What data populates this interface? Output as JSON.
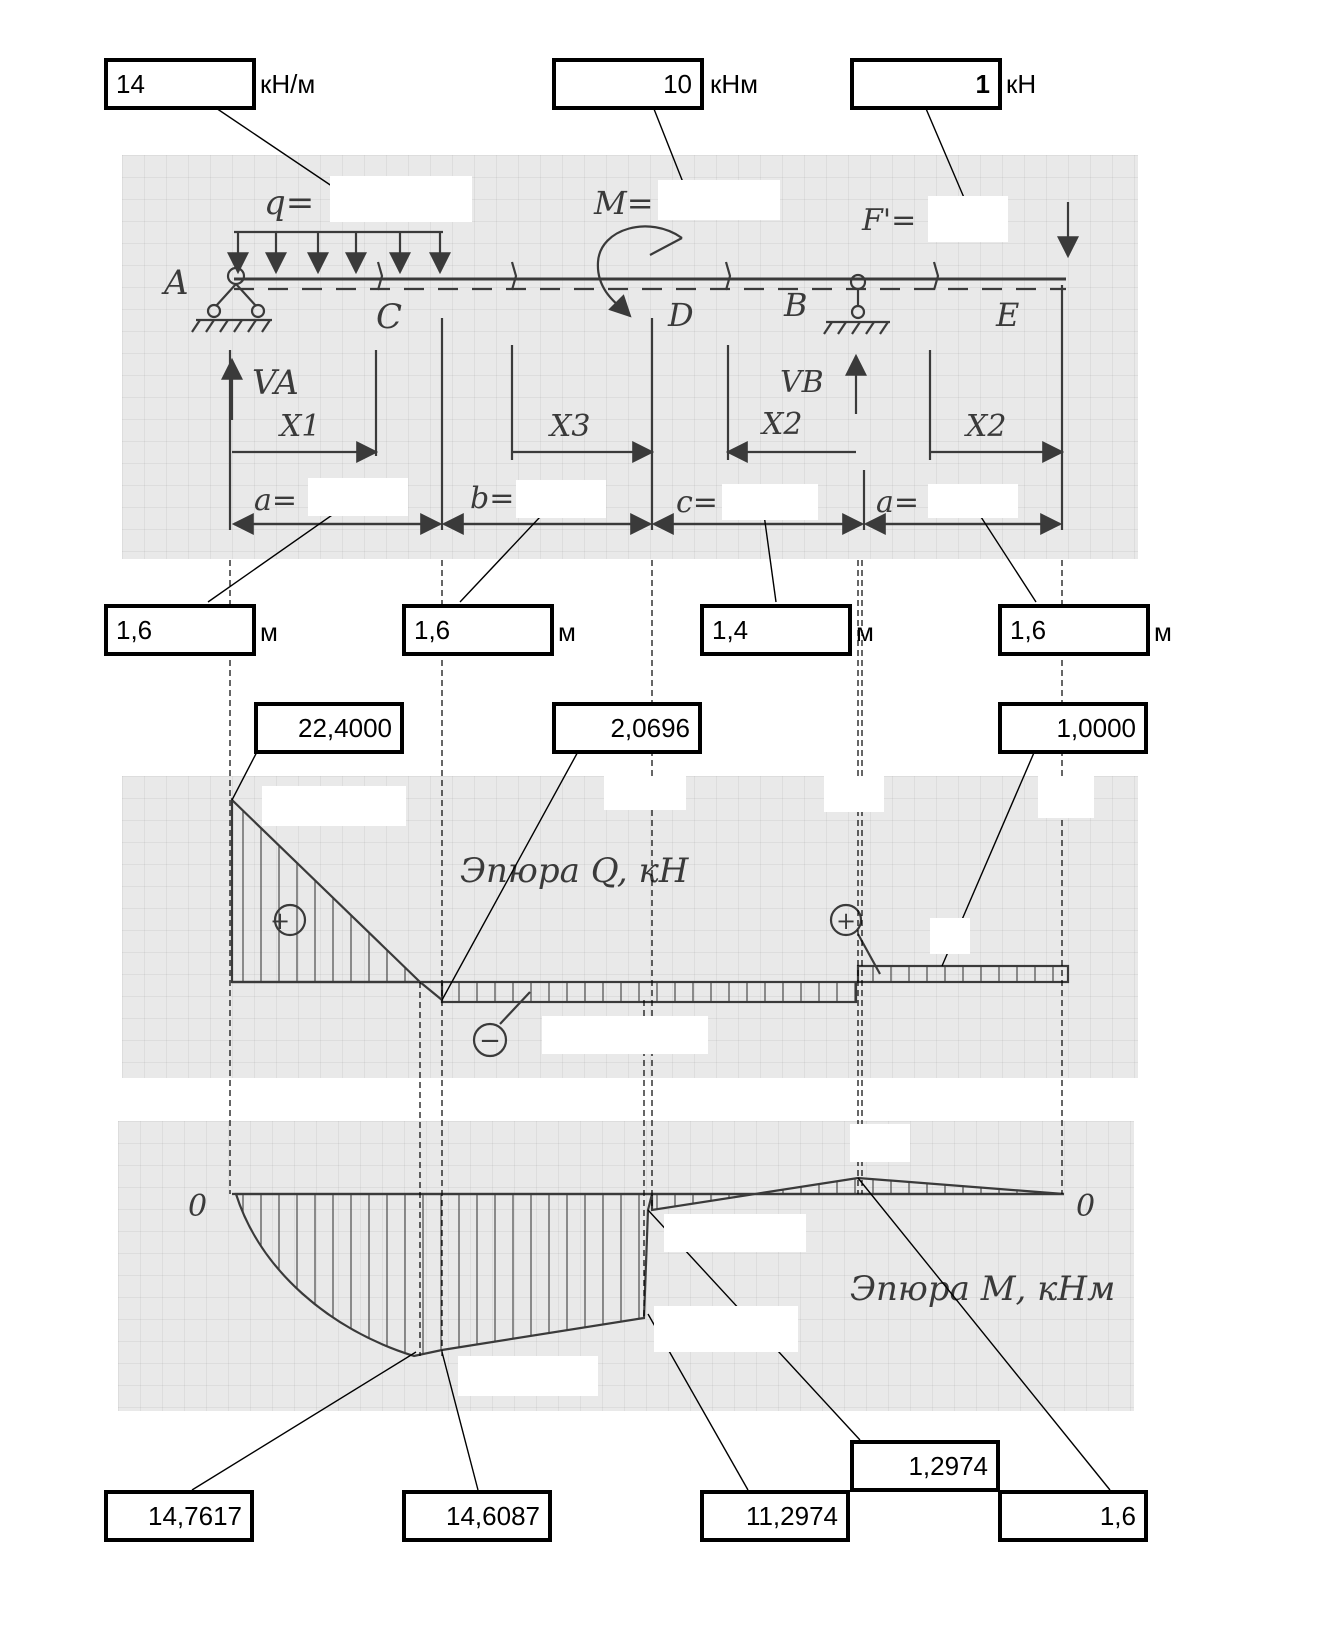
{
  "loads": {
    "q": {
      "value": "14",
      "unit": "кН/м"
    },
    "M": {
      "value": "10",
      "unit": "кНм"
    },
    "F": {
      "value": "1",
      "unit": "кН"
    }
  },
  "lengths": [
    {
      "value": "1,6",
      "unit": "м"
    },
    {
      "value": "1,6",
      "unit": "м"
    },
    {
      "value": "1,4",
      "unit": "м"
    },
    {
      "value": "1,6",
      "unit": "м"
    }
  ],
  "shear": [
    {
      "value": "22,4000"
    },
    {
      "value": "2,0696"
    },
    {
      "value": "1,0000"
    }
  ],
  "moment": [
    {
      "value": "14,7617"
    },
    {
      "value": "14,6087"
    },
    {
      "value": "11,2974"
    },
    {
      "value": "1,2974"
    },
    {
      "value": "1,6"
    }
  ],
  "beam": {
    "points": [
      "A",
      "C",
      "D",
      "B",
      "E"
    ],
    "reactions": [
      "VA",
      "VB"
    ],
    "coords": [
      "X1",
      "X3",
      "X2",
      "X2"
    ],
    "segments": [
      "a=",
      "b=",
      "c=",
      "a="
    ],
    "q_label": "q=",
    "m_label": "M=",
    "f_label": "F'="
  },
  "diagrams": {
    "q_title": "Эпюра Q, кН",
    "m_title": "Эпюра M, кНм",
    "zero_left": "0",
    "zero_right": "0",
    "plus": "+",
    "minus": "−"
  }
}
